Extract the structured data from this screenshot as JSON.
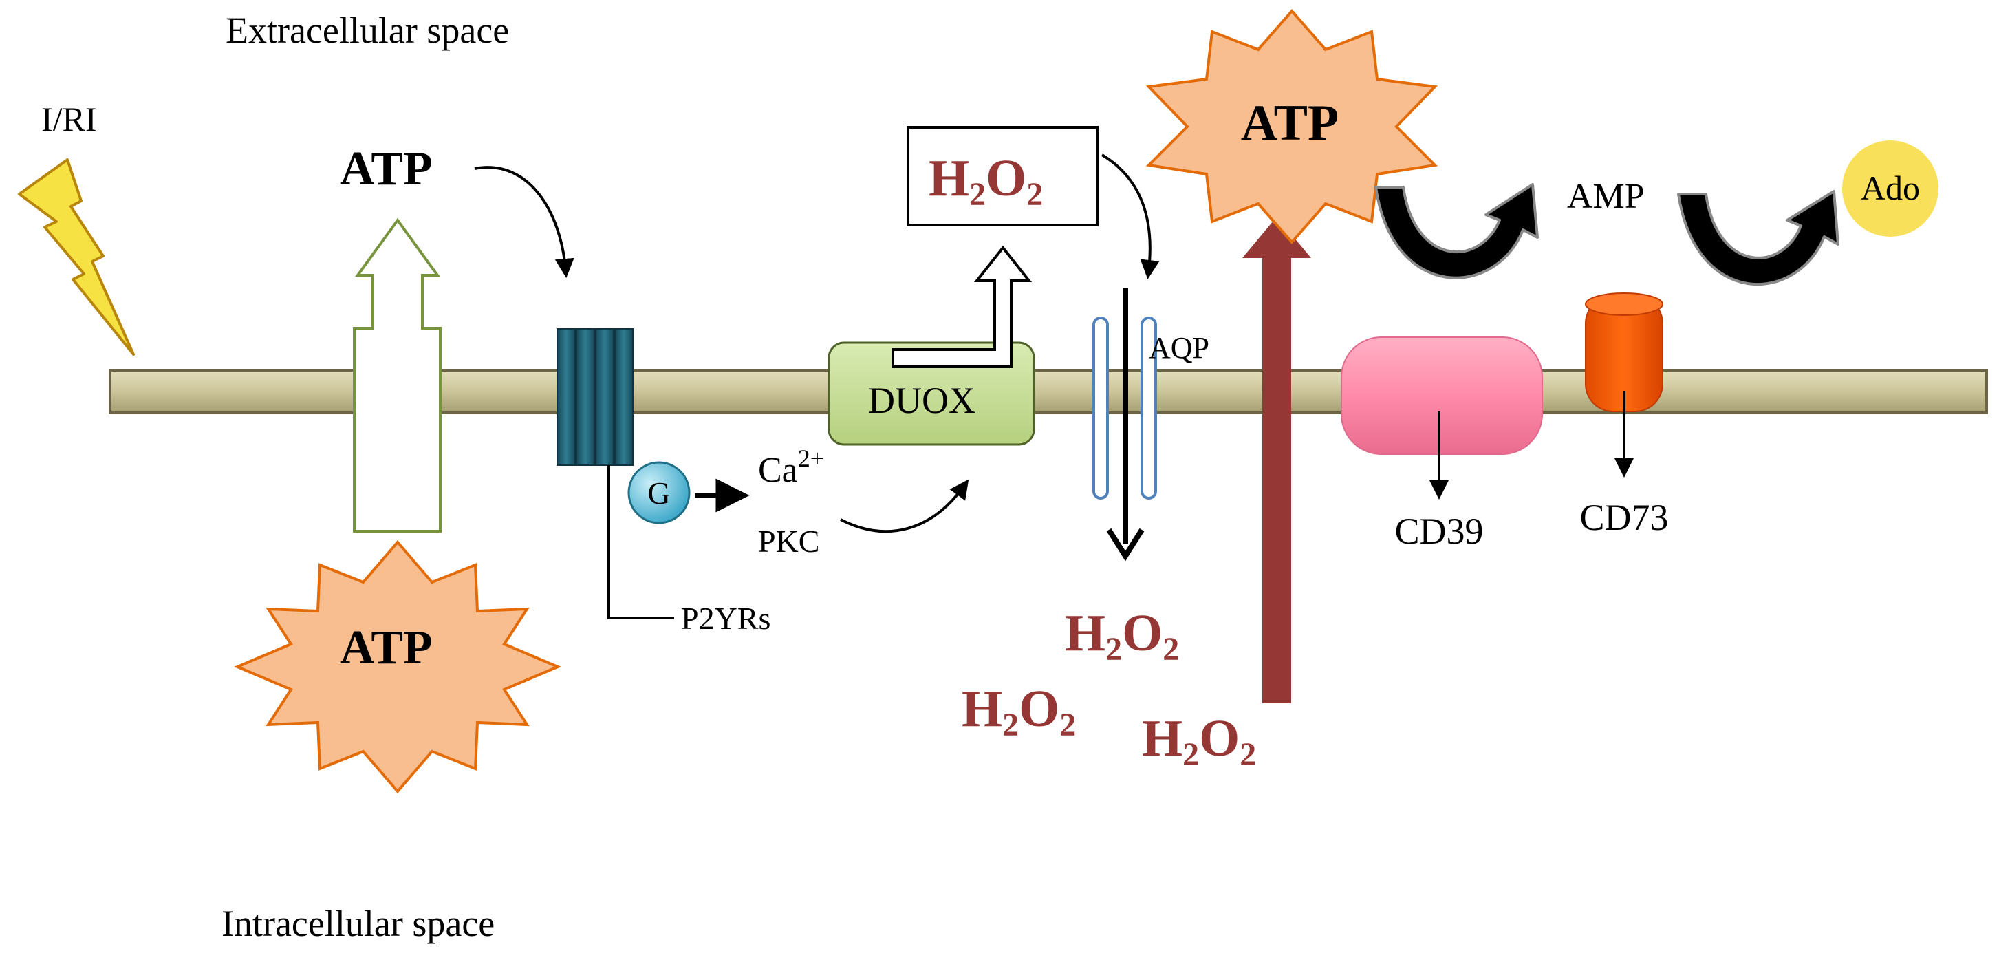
{
  "labels": {
    "extracellular": "Extracellular space",
    "intracellular": "Intracellular space",
    "iri": "I/RI",
    "atp_extracellular": "ATP",
    "atp_intracellular": "ATP",
    "atp_large": "ATP",
    "g_protein": "G",
    "ca_base": "Ca",
    "ca_charge": "2+",
    "pkc": "PKC",
    "p2yrs": "P2YRs",
    "duox": "DUOX",
    "aqp": "AQP",
    "cd39": "CD39",
    "cd73": "CD73",
    "amp": "AMP",
    "ado": "Ado",
    "h2o2_box": {
      "h1": "H",
      "sub1": "2",
      "o": "O",
      "sub2": "2"
    },
    "h2o2_in_1": {
      "h1": "H",
      "sub1": "2",
      "o": "O",
      "sub2": "2"
    },
    "h2o2_in_2": {
      "h1": "H",
      "sub1": "2",
      "o": "O",
      "sub2": "2"
    },
    "h2o2_in_3": {
      "h1": "H",
      "sub1": "2",
      "o": "O",
      "sub2": "2"
    }
  },
  "colors": {
    "membrane": "#ccc59a",
    "membrane_stroke": "#6b6446",
    "atp_burst_fill": "#f9be8f",
    "atp_burst_stroke": "#e36c09",
    "lightning_fill": "#f7e243",
    "lightning_stroke": "#b8860b",
    "channel_stroke": "#77933c",
    "receptor": "#215968",
    "g_protein": "#5bc0de",
    "duox_fill": "#c4dc8f",
    "duox_stroke": "#4f6228",
    "aqp_stroke": "#4f81bd",
    "h2o2_text": "#953735",
    "big_arrow": "#953735",
    "cd39_fill": "#ff8aaa",
    "cd73_fill": "#ff5a00",
    "ado_fill": "#f9e05a"
  }
}
